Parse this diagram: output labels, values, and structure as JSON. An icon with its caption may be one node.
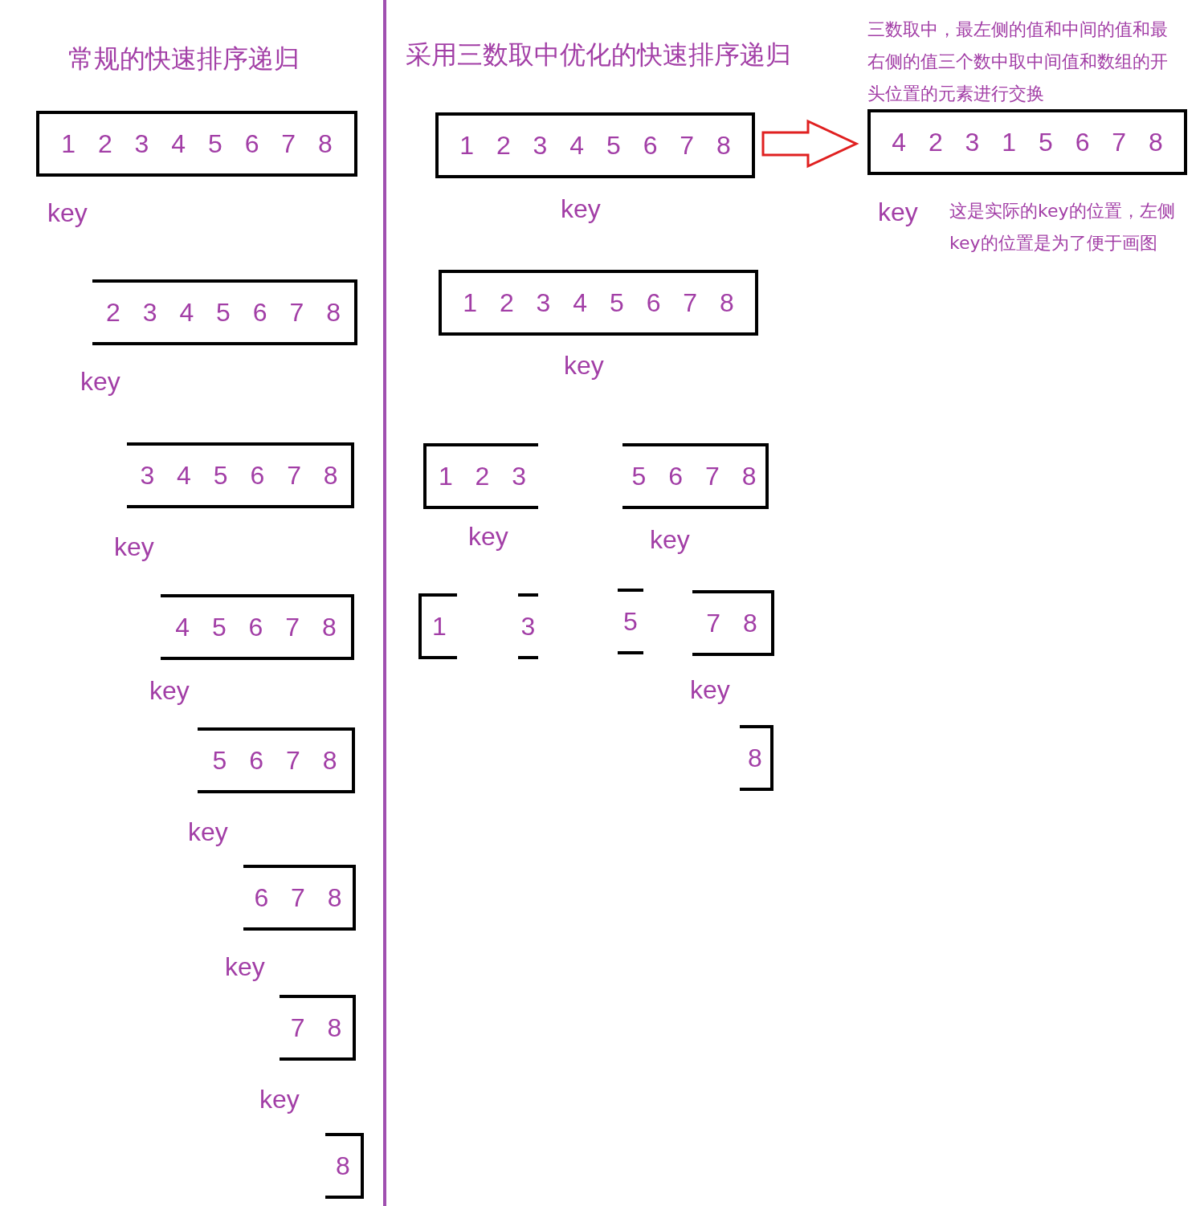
{
  "diagram": {
    "nodes": [
      {
        "text": [
          "1 2 3 4 5 6 7 8"
        ],
        "beside": [
          "key"
        ]
      },
      {
        "text": [
          "2 3 4 5 6 7 8"
        ],
        "beside": [
          "key"
        ]
      },
      {
        "text": [
          "3 4 5 6 7 8"
        ],
        "beside": [
          "key"
        ]
      },
      {
        "text": [
          "4 5 6 7 8"
        ],
        "beside": [
          "key"
        ]
      },
      {
        "text": [
          "5 6 7 8"
        ],
        "beside": [
          "key"
        ]
      },
      {
        "text": [
          "6 7 8"
        ],
        "beside": [
          "key"
        ]
      },
      {
        "text": [
          "7 8"
        ],
        "beside": [
          "key"
        ]
      },
      {
        "text": [
          "8"
        ]
      },
      {
        "text": [
          "1 2 3 4 5 6 7 8"
        ],
        "beside": [
          "key"
        ]
      },
      {
        "text": [
          "4 2 3 1 5 6 7 8"
        ],
        "beside": [
          "key"
        ]
      },
      {
        "text": [
          "1 2 3 4 5 6 7 8"
        ],
        "beside": [
          "key"
        ]
      },
      {
        "text": [
          "1 2 3"
        ],
        "beside": [
          "key"
        ]
      },
      {
        "text": [
          "5 6 7 8"
        ],
        "beside": [
          "key"
        ]
      },
      {
        "text": [
          "1"
        ]
      },
      {
        "text": [
          "3"
        ]
      },
      {
        "text": [
          "5"
        ]
      },
      {
        "text": [
          "7 8"
        ],
        "beside": [
          "key"
        ]
      },
      {
        "text": [
          "8"
        ]
      }
    ],
    "edges": [
      {
        "from": 8,
        "to": 9,
        "arrow": "to",
        "color": "#e02020"
      }
    ],
    "labels": [
      "常规的快速排序递归",
      "采用三数取中优化的快速排序递归",
      "三数取中，最左侧的值和中间的值和最右侧的值三个数中取中间值和数组的开头位置的元素进行交换",
      "这是实际的key的位置，左侧key的位置是为了便于画图"
    ]
  }
}
